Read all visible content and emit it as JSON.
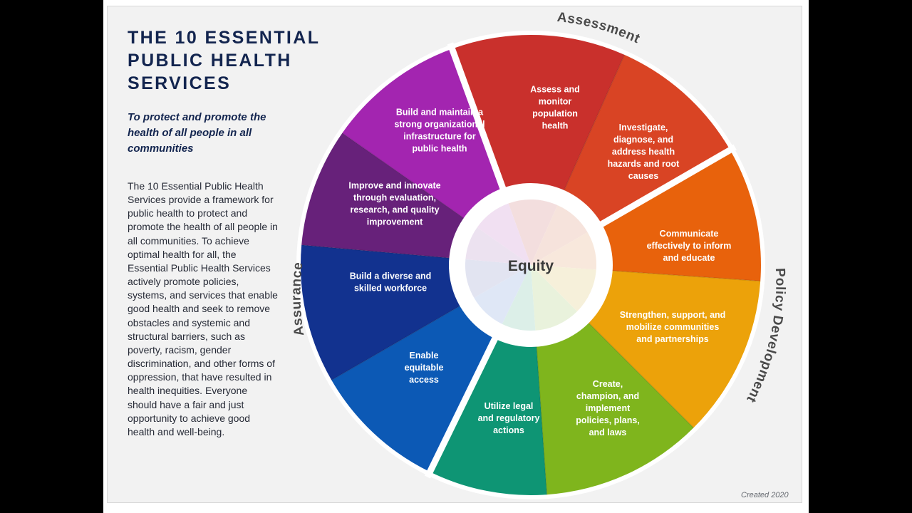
{
  "title": "THE 10 ESSENTIAL PUBLIC HEALTH SERVICES",
  "subtitle": "To protect and promote the health of all people in all communities",
  "description": "The 10 Essential Public Health Services provide a framework for public health to protect and promote the health of all people in all communities. To achieve optimal health for all, the Essential Public Health Services actively promote policies, systems, and services that enable good health and seek to remove obstacles and systemic and structural barriers, such as poverty, racism, gender discrimination, and other forms of oppression, that have resulted in health inequities. Everyone should have a fair and just opportunity to achieve good health and well-being.",
  "credit": "Created 2020",
  "center_label": "Equity",
  "groups": [
    {
      "name": "Assessment"
    },
    {
      "name": "Policy Development"
    },
    {
      "name": "Assurance"
    }
  ],
  "services": [
    {
      "id": "assess",
      "color": "#c9302c",
      "lines": [
        "Assess and",
        "monitor",
        "population",
        "health"
      ]
    },
    {
      "id": "investigate",
      "color": "#d94424",
      "lines": [
        "Investigate,",
        "diagnose, and",
        "address health",
        "hazards and root",
        "causes"
      ]
    },
    {
      "id": "communicate",
      "color": "#e8620c",
      "lines": [
        "Communicate",
        "effectively to inform",
        "and educate"
      ]
    },
    {
      "id": "strengthen",
      "color": "#eca20a",
      "lines": [
        "Strengthen, support, and",
        "mobilize communities",
        "and partnerships"
      ]
    },
    {
      "id": "create",
      "color": "#7fb51d",
      "lines": [
        "Create,",
        "champion, and",
        "implement",
        "policies, plans,",
        "and laws"
      ]
    },
    {
      "id": "legal",
      "color": "#0e9574",
      "lines": [
        "Utilize legal",
        "and regulatory",
        "actions"
      ]
    },
    {
      "id": "access",
      "color": "#0c59b5",
      "lines": [
        "Enable",
        "equitable",
        "access"
      ]
    },
    {
      "id": "workforce",
      "color": "#12328f",
      "lines": [
        "Build a diverse and",
        "skilled workforce"
      ]
    },
    {
      "id": "improve",
      "color": "#67217a",
      "lines": [
        "Improve and innovate",
        "through evaluation,",
        "research, and quality",
        "improvement"
      ]
    },
    {
      "id": "infrastructure",
      "color": "#a325b0",
      "lines": [
        "Build and maintain a",
        "strong organizational",
        "infrastructure for",
        "public health"
      ]
    }
  ]
}
